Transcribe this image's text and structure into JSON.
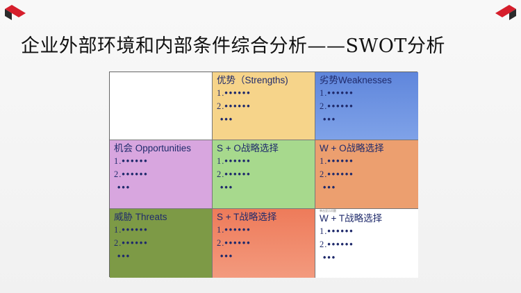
{
  "slide": {
    "title": "企业外部环境和内部条件综合分析——SWOT分析",
    "brand_color": "#d61f2c"
  },
  "swot": {
    "strengths": {
      "title": "优势（Strengths)"
    },
    "weaknesses": {
      "title": "劣势Weaknesses"
    },
    "opportunities": {
      "title": "机会 Opportunities"
    },
    "so": {
      "title": "S + O战略选择"
    },
    "wo": {
      "title": "W + O战略选择"
    },
    "threats": {
      "title": "威胁 Threats"
    },
    "st": {
      "title": "S + T战略选择"
    },
    "wt": {
      "title": "W + T战略选择",
      "tiny_label": "单击显示问题"
    }
  },
  "placeholders": {
    "line1_num": "1.",
    "line2_num": "2.",
    "dots6": "••••••",
    "dots3": "•••"
  }
}
